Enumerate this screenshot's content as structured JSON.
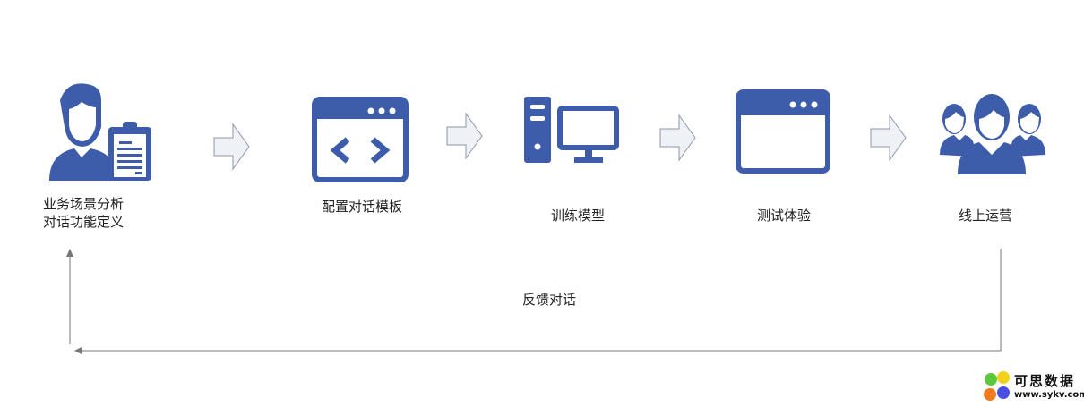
{
  "colors": {
    "icon": "#3d5dab",
    "arrow_fill": "#eef1f6",
    "arrow_stroke": "#8d96a8",
    "line": "#777777"
  },
  "steps": [
    {
      "icon": "person-clipboard-icon",
      "label_line1": "业务场景分析",
      "label_line2": "对话功能定义"
    },
    {
      "icon": "code-window-icon",
      "label": "配置对话模板"
    },
    {
      "icon": "computer-icon",
      "label": "训练模型"
    },
    {
      "icon": "browser-window-icon",
      "label": "测试体验"
    },
    {
      "icon": "user-group-icon",
      "label": "线上运营"
    }
  ],
  "feedback_label": "反馈对话",
  "watermark": {
    "name": "可思数据",
    "url": "www.sykv.com"
  }
}
